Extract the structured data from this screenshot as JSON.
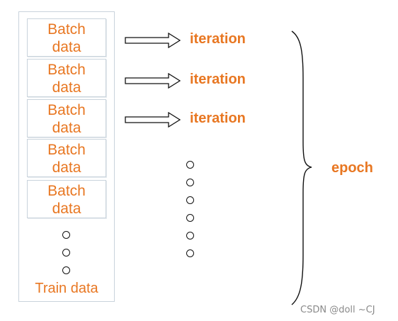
{
  "train_box": {
    "batches": [
      {
        "line1": "Batch",
        "line2": "data"
      },
      {
        "line1": "Batch",
        "line2": "data"
      },
      {
        "line1": "Batch",
        "line2": "data"
      },
      {
        "line1": "Batch",
        "line2": "data"
      },
      {
        "line1": "Batch",
        "line2": "data"
      }
    ],
    "label": "Train data"
  },
  "iterations": [
    "iteration",
    "iteration",
    "iteration"
  ],
  "epoch_label": "epoch",
  "watermark": "CSDN @doll ~CJ",
  "colors": {
    "accent": "#e87722",
    "border": "#c9d3dc",
    "text": "#111111"
  }
}
